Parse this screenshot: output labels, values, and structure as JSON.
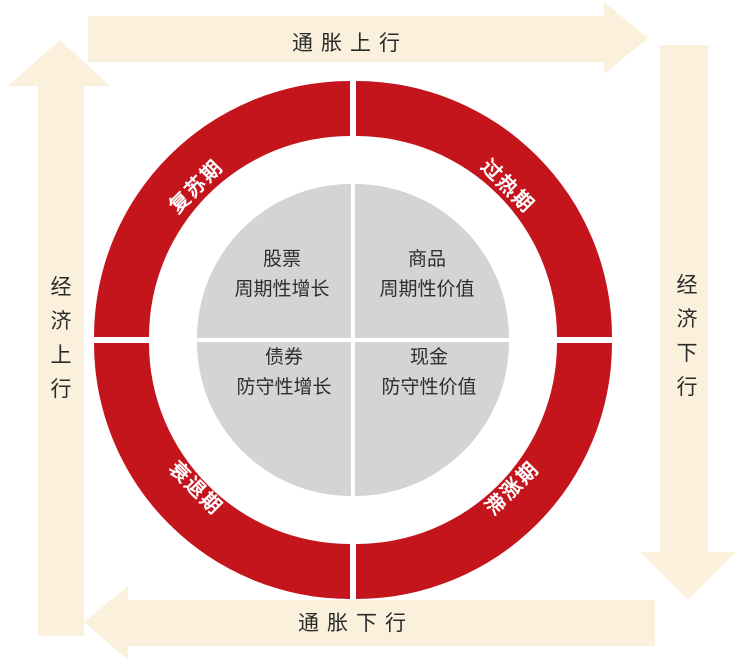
{
  "colors": {
    "arrow_fill": "#fbf0dc",
    "ring_red": "#c4141c",
    "inner_gray": "#d4d4d4",
    "label_white": "#ffffff",
    "text_dark": "#2b2b2b"
  },
  "arrows": {
    "top": "通胀上行",
    "bottom": "通胀下行",
    "left": [
      "经",
      "济",
      "上",
      "行"
    ],
    "right": [
      "经",
      "济",
      "下",
      "行"
    ]
  },
  "phases": {
    "top_left": "复苏期",
    "top_right": "过热期",
    "bottom_left": "衰退期",
    "bottom_right": "滞涨期"
  },
  "quadrants": {
    "top_left": {
      "asset": "股票",
      "desc": "周期性增长"
    },
    "top_right": {
      "asset": "商品",
      "desc": "周期性价值"
    },
    "bottom_left": {
      "asset": "债券",
      "desc": "防守性增长"
    },
    "bottom_right": {
      "asset": "现金",
      "desc": "防守性价值"
    }
  }
}
